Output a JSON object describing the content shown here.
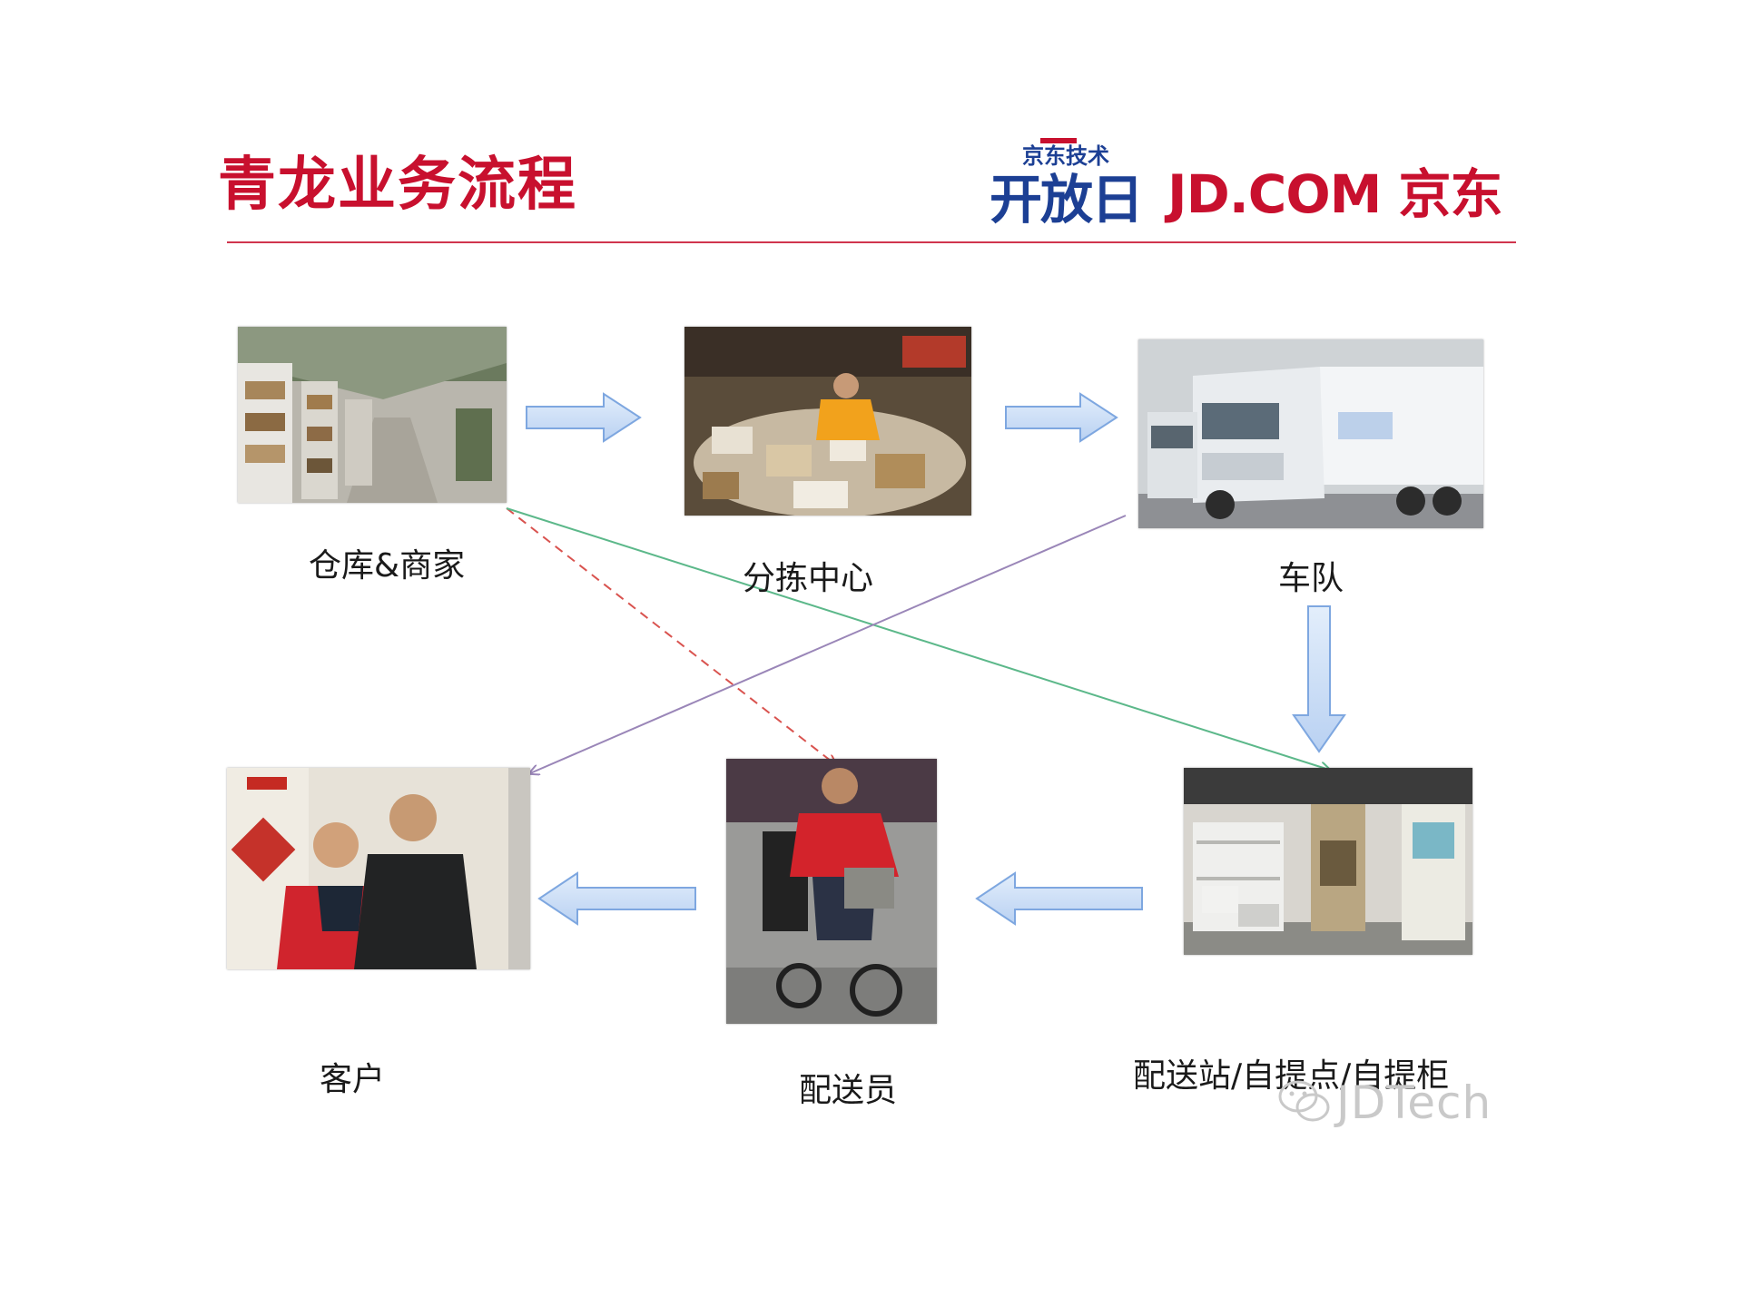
{
  "slide": {
    "title": "青龙业务流程",
    "colors": {
      "brand_red": "#c8102e",
      "logo_blue": "#1c3f94",
      "arrow_fill": "#c9dcf5",
      "arrow_stroke": "#7ea7e0"
    }
  },
  "logo": {
    "badge_top": "京东技术",
    "badge_main": "开放日",
    "wordmark": "JD.COM 京东"
  },
  "nodes": {
    "warehouse": {
      "label": "仓库&商家",
      "icon": "warehouse-photo"
    },
    "sorting": {
      "label": "分拣中心",
      "icon": "sorting-center-photo"
    },
    "fleet": {
      "label": "车队",
      "icon": "truck-fleet-photo"
    },
    "station": {
      "label": "配送站/自提点/自提柜",
      "icon": "delivery-station-photo"
    },
    "courier": {
      "label": "配送员",
      "icon": "courier-photo"
    },
    "customer": {
      "label": "客户",
      "icon": "customer-photo"
    }
  },
  "watermark": {
    "text": "JDTech"
  }
}
